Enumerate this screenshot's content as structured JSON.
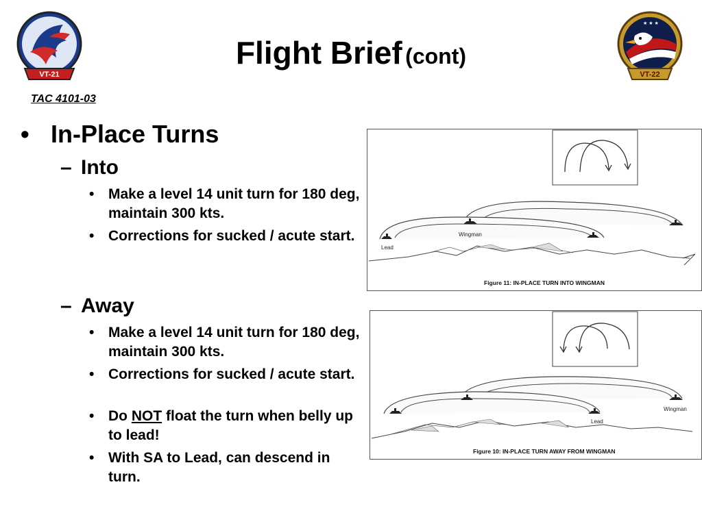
{
  "title": {
    "main": "Flight Brief",
    "sub": "(cont)"
  },
  "reference": "TAC 4101-03",
  "logos": {
    "left_text": "VT-21",
    "right_text": "VT-22"
  },
  "bullets": {
    "main": "In-Place Turns",
    "into": {
      "label": "Into",
      "items": [
        "Make a level 14 unit turn for 180 deg, maintain 300 kts.",
        "Corrections for sucked / acute start."
      ]
    },
    "away": {
      "label": "Away",
      "item1": "Make a level 14 unit turn for 180 deg, maintain 300 kts.",
      "item2": "Corrections for sucked / acute start.",
      "item3_pre": "Do ",
      "item3_emph": "NOT",
      "item3_post": " float the turn when belly up to lead!",
      "item4": "With SA to Lead, can descend in turn."
    }
  },
  "figures": {
    "into": {
      "caption": "Figure 11:  IN-PLACE TURN INTO WINGMAN",
      "lead_label": "Lead",
      "wingman_label": "Wingman"
    },
    "away": {
      "caption": "Figure 10:  IN-PLACE TURN AWAY FROM WINGMAN",
      "lead_label": "Lead",
      "wingman_label": "Wingman"
    }
  },
  "bullet_glyph": "•",
  "dash_glyph": "–"
}
